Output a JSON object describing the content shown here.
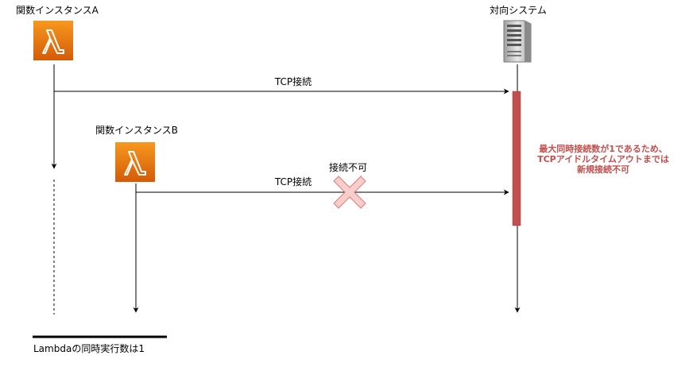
{
  "actors": {
    "instance_a": {
      "label": "関数インスタンスA",
      "icon": "aws-lambda-icon"
    },
    "instance_b": {
      "label": "関数インスタンスB",
      "icon": "aws-lambda-icon"
    },
    "target": {
      "label": "対向システム",
      "icon": "server-icon"
    }
  },
  "messages": {
    "tcp_a": "TCP接続",
    "tcp_b": "TCP接続",
    "blocked": "接続不可"
  },
  "note": {
    "line1": "最大同時接続数が1であるため、",
    "line2": "TCPアイドルタイムアウトまでは",
    "line3": "新規接続不可"
  },
  "footer": {
    "concurrency": "Lambdaの同時実行数は1"
  },
  "colors": {
    "lambda_top": "#f7981f",
    "lambda_bottom": "#d45b07",
    "activation": "#c0504d",
    "cross_fill": "#f8cecc",
    "cross_stroke": "#e07a78"
  }
}
